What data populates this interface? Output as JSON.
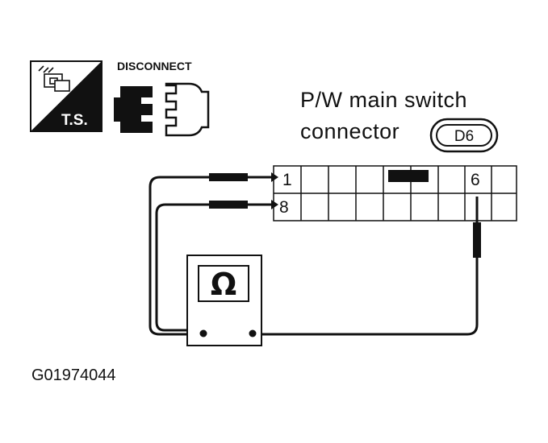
{
  "ts_icon": {
    "label": "T.S."
  },
  "disconnect_icon": {
    "label": "DISCONNECT"
  },
  "title": {
    "line1": "P/W main switch",
    "line2": "connector"
  },
  "connector": {
    "id": "D6",
    "pins": {
      "top_left": "1",
      "bottom_left": "8",
      "top_right": "6"
    }
  },
  "meter": {
    "symbol": "Ω"
  },
  "figure_code": "G01974044"
}
